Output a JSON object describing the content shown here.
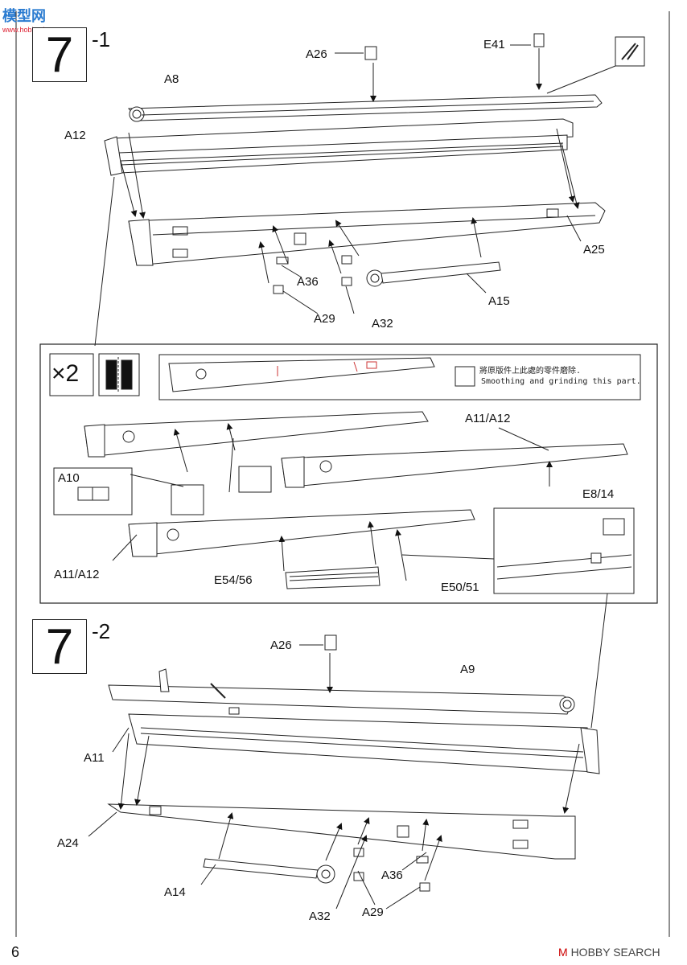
{
  "watermark_top": {
    "logo_text": "模型网",
    "url": "www.hobbyshop.com.cn"
  },
  "watermark_bottom": {
    "text": "HOBBY SEARCH"
  },
  "page_number": "6",
  "step1": {
    "number": "7",
    "sub": "-1"
  },
  "step2": {
    "number": "7",
    "sub": "-2"
  },
  "detail": {
    "multiplier": "×2",
    "note_cn": "將原版件上此處的零件磨除.",
    "note_en": "Smoothing and grinding this part."
  },
  "labels": {
    "a26_top": "A26",
    "e41": "E41",
    "a8": "A8",
    "a12": "A12",
    "a25": "A25",
    "a36_top": "A36",
    "a29_top": "A29",
    "a32_top": "A32",
    "a15": "A15",
    "a11_a12_right": "A11/A12",
    "a10": "A10",
    "e8_14": "E8/14",
    "a11_a12_left": "A11/A12",
    "e54_56": "E54/56",
    "e50_51": "E50/51",
    "a26_bottom": "A26",
    "a9": "A9",
    "a11": "A11",
    "a24": "A24",
    "a14": "A14",
    "a36_bottom": "A36",
    "a32_bottom": "A32",
    "a29_bottom": "A29"
  }
}
